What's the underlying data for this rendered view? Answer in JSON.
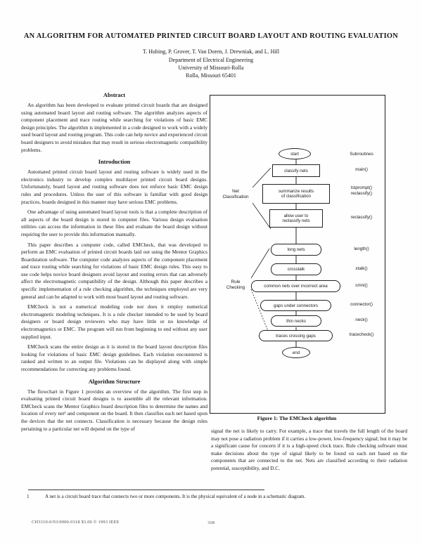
{
  "colors": {
    "ink": "#161616",
    "background": "#fefefe"
  },
  "header": {
    "title": "AN ALGORITHM FOR AUTOMATED PRINTED CIRCUIT BOARD LAYOUT AND ROUTING EVALUATION",
    "authors": "T. Hubing, P. Grover, T. Van Doren, J. Drewniak, and L. Hill",
    "affiliation_dept": "Department of Electrical Engineering",
    "affiliation_univ": "University of Missouri-Rolla",
    "affiliation_city": "Rolla, Missouri  65401"
  },
  "sections": {
    "abstract_heading": "Abstract",
    "abstract": "An algorithm has been developed to evaluate printed circuit boards that are designed using automated board layout and routing software. The algorithm analyzes aspects of component placement and trace routing while searching for violations of basic EMC design principles. The algorithm is implemented in a code designed to work with a widely used board layout and routing program. This code can help novice and experienced circuit board designers to avoid mistakes that may result in serious electromagnetic compatibility problems.",
    "introduction_heading": "Introduction",
    "intro_p1": "Automated printed circuit board layout and routing software is widely used in the electronics industry to develop complex multilayer printed circuit board designs. Unfortunately, board layout and routing software does not enforce basic EMC design rules and procedures. Unless the user of this software is familiar with good design practices, boards designed in this manner may have serious EMC problems.",
    "intro_p2": "One advantage of using automated board layout tools is that a complete description of all aspects of the board design is stored in computer files. Various design evaluation utilities can access the information in these files and evaluate the board design without requiring the user to provide this information manually.",
    "intro_p3": "This paper describes a computer code, called EMCheck, that was developed to perform an EMC evaluation of printed circuit boards laid out using the Mentor Graphics Boardstation software. The computer code analyzes aspects of the component placement and trace routing while searching for violations of basic EMC design rules. This easy to use code helps novice board designers avoid layout and routing errors that can adversely affect the electromagnetic compatibility of the design. Although this paper describes a specific implementation of a rule checking algorithm, the techniques employed are very general and can be adapted to work with most board layout and routing software.",
    "intro_p4": "EMCheck is not a numerical modeling code nor does it employ numerical electromagnetic modeling techniques. It is a rule checker intended to be used by board designers or board design reviewers who may have little or no knowledge of electromagnetics or EMC. The program will run from beginning to end without any user supplied input.",
    "intro_p5": "EMCheck scans the entire design as it is stored in the board layout description files looking for violations of basic EMC design guidelines. Each violation encountered is ranked and written to an output file. Violations can be displayed along with simple recommendations for correcting any problems found.",
    "algorithm_heading": "Algorithm Structure",
    "algorithm_p1": "The flowchart in Figure 1 provides an overview of the algorithm. The first step in evaluating printed circuit board designs is to assemble all the relevant information. EMCheck scans the Mentor Graphics board description files to determine the names and location of every net¹ and component on the board. It then classifies each net based upon the devices that the net connects. Classification is necessary because the design rules pertaining to a particular net will depend on the type of",
    "continuation": "signal the net is likely to carry.  For example, a trace that travels the full length of the board may not pose a radiation problem if it carries a low-power, low-frequency signal; but it may be a significant cause for concern if it is a high-speed clock trace.  Rule checking software must make decisions about the type of signal likely to be found on each net based on the components that are connected to the net.  Nets are classified according to their radiation potential, susceptibility, and D.C."
  },
  "figure": {
    "caption": "Figure 1:  The EMCheck algorithm",
    "subroutines_header": "Subroutines",
    "group_label_classification": "Net\nClassification",
    "group_label_rule_checking": "Rule\nChecking",
    "nodes": [
      {
        "label": "start",
        "subroutine": ""
      },
      {
        "label": "classify nets",
        "subroutine": "main()"
      },
      {
        "label": "summarize results\nof classification",
        "subroutine": "tstprompt()\nreclassify()"
      },
      {
        "label": "allow user to\nreclassify nets",
        "subroutine": "reclassify()"
      },
      {
        "label": "long nets",
        "subroutine": "length()"
      },
      {
        "label": "crosstalk",
        "subroutine": "xtalk()"
      },
      {
        "label": "common nets over incorrect area",
        "subroutine": "cmni()"
      },
      {
        "label": "gaps under connectors",
        "subroutine": "connector()"
      },
      {
        "label": "thin necks",
        "subroutine": "neck()"
      },
      {
        "label": "traces crossing gaps",
        "subroutine": "tracecheck()"
      },
      {
        "label": "end",
        "subroutine": ""
      }
    ]
  },
  "footnote": {
    "marker": "1",
    "text": "A net is a circuit board trace that connects two or more components.  It is the physical equivalent of a node in a schematic diagram."
  },
  "footer": {
    "copyright": "CH3310-0/93/0000-0318 $3.00 © 1993 IEEE",
    "page_number": "318"
  }
}
